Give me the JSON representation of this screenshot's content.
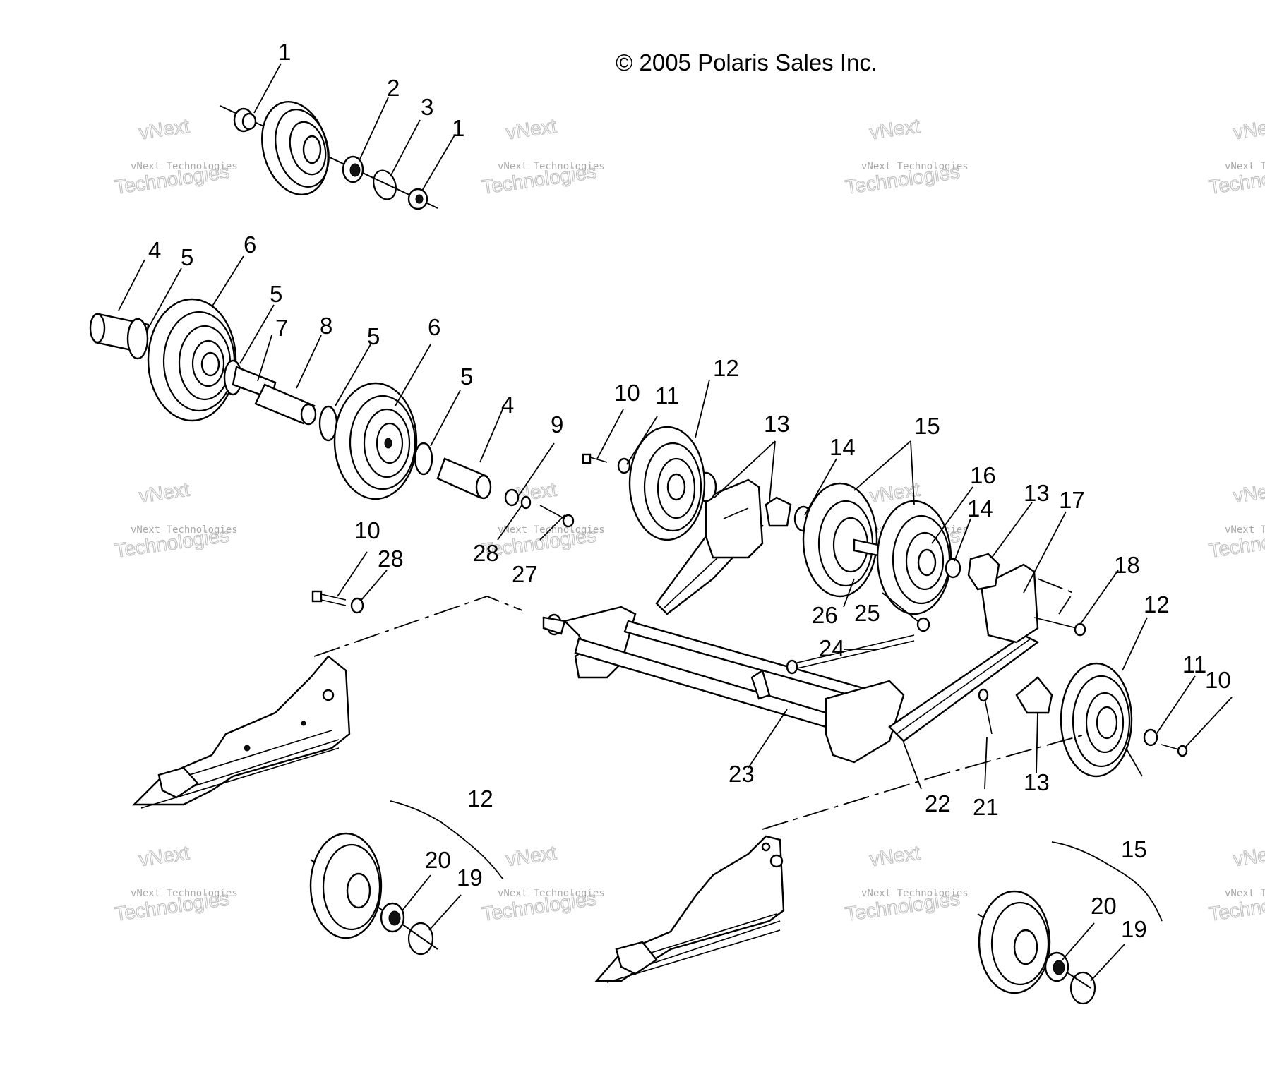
{
  "copyright": "© 2005 Polaris Sales Inc.",
  "watermark": {
    "line1": "vNext",
    "line2": "vNext Technologies",
    "line3": "Technologies"
  },
  "callouts": {
    "c1a": "1",
    "c1b": "1",
    "c2": "2",
    "c3": "3",
    "c4a": "4",
    "c4b": "4",
    "c5a": "5",
    "c5b": "5",
    "c5c": "5",
    "c5d": "5",
    "c6a": "6",
    "c6b": "6",
    "c7": "7",
    "c8": "8",
    "c9": "9",
    "c10a": "10",
    "c10b": "10",
    "c10c": "10",
    "c11a": "11",
    "c11b": "11",
    "c12a": "12",
    "c12b": "12",
    "c12c": "12",
    "c13a": "13",
    "c13b": "13",
    "c13c": "13",
    "c14a": "14",
    "c14b": "14",
    "c15a": "15",
    "c15b": "15",
    "c16": "16",
    "c17": "17",
    "c18": "18",
    "c19a": "19",
    "c19b": "19",
    "c20a": "20",
    "c20b": "20",
    "c21": "21",
    "c22": "22",
    "c23": "23",
    "c24": "24",
    "c25": "25",
    "c26": "26",
    "c27": "27",
    "c28a": "28",
    "c28b": "28"
  }
}
